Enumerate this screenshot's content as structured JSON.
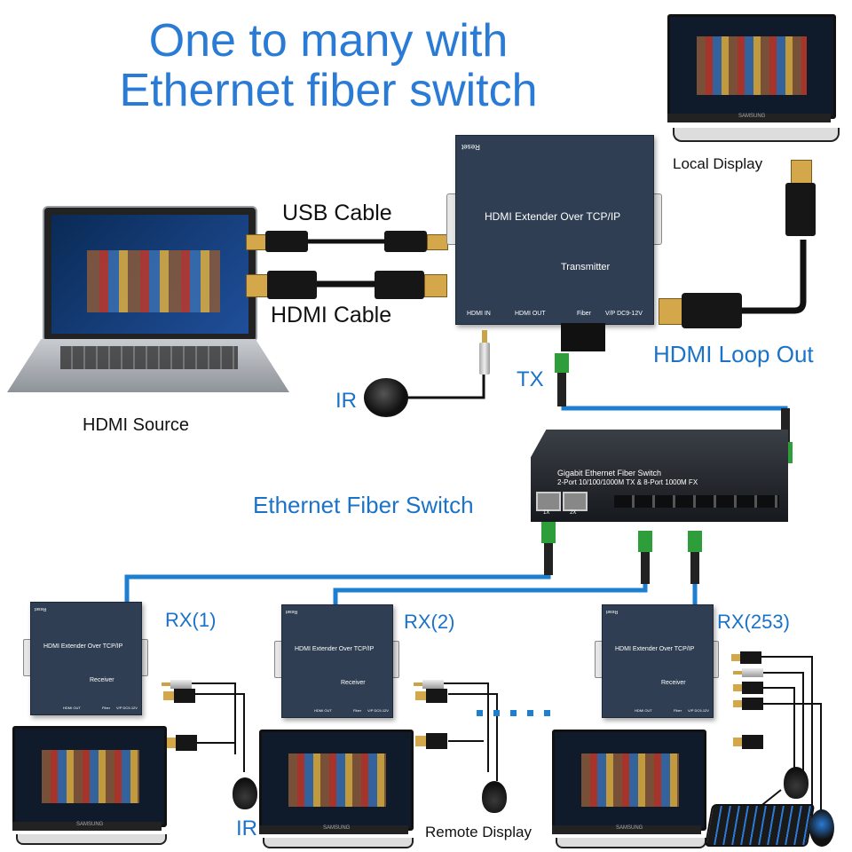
{
  "title": {
    "line1": "One to many with",
    "line2": "Ethernet fiber switch"
  },
  "labels": {
    "local_display": "Local Display",
    "usb_cable": "USB Cable",
    "hdmi_cable": "HDMI Cable",
    "hdmi_source": "HDMI Source",
    "hdmi_loop_out": "HDMI Loop Out",
    "ir_top": "IR",
    "tx": "TX",
    "ethernet_fiber_switch": "Ethernet Fiber Switch",
    "rx1": "RX(1)",
    "rx2": "RX(2)",
    "rx253": "RX(253)",
    "ir_bottom": "IR",
    "remote_display": "Remote Display"
  },
  "transmitter": {
    "reset": "Reset",
    "product": "HDMI Extender Over TCP/IP",
    "role": "Transmitter",
    "port_hdmi_in": "HDMI IN",
    "port_hdmi_out": "HDMI OUT",
    "port_fiber": "Fiber",
    "port_power": "V/P  DC9-12V"
  },
  "receiver": {
    "reset": "Reset",
    "product": "HDMI Extender Over TCP/IP",
    "role": "Receiver",
    "port_hdmi_out": "HDMI OUT",
    "port_fiber": "Fiber",
    "port_power": "V/P  DC9-12V"
  },
  "switch": {
    "name": "Gigabit Ethernet Fiber Switch",
    "spec": "2-Port 10/100/1000M TX & 8-Port 1000M FX",
    "port_1": "1X",
    "port_2": "2X"
  },
  "monitor_brand": "SAMSUNG",
  "colors": {
    "title_blue": "#2a7bd6",
    "label_blue": "#1a73c8",
    "fiber_blue": "#1e7fd0",
    "device_body": "#2f3e52",
    "connector_green": "#2e9e3a"
  }
}
